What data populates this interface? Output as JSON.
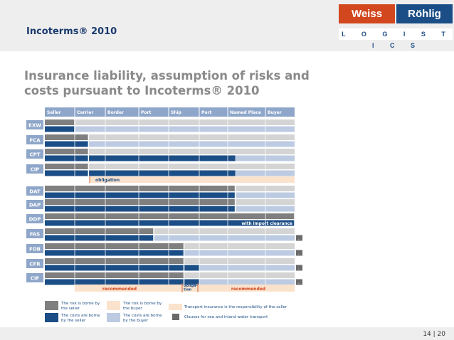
{
  "header": {
    "title": "Incoterms® 2010"
  },
  "logo": {
    "left": "Weiss",
    "right": "Röhlig",
    "tagline": "L O G I S T I C S"
  },
  "headline": "Insurance liability, assumption of risks and costs pursuant to Incoterms® 2010",
  "columns": [
    "Seller",
    "Carrier",
    "Border",
    "Port",
    "Ship",
    "Port",
    "Named Place",
    "Buyer"
  ],
  "colors": {
    "risk_seller": "#7f7f7f",
    "risk_buyer": "#fbe2cd",
    "cost_seller": "#1b4e86",
    "cost_buyer": "#bccbe2",
    "risk_buyer_row": "#d4d4d4"
  },
  "chart_data": {
    "type": "table",
    "units": "column boundaries: 0 = Seller start … 8 = Buyer end",
    "terms": [
      {
        "code": "EXW",
        "risk_seller_until": 1,
        "cost_seller_until": 1
      },
      {
        "code": "FCA",
        "risk_seller_until": 1.45,
        "cost_seller_until": 1.45
      },
      {
        "code": "CPT",
        "risk_seller_until": 1.45,
        "cost_seller_until": 6.2
      },
      {
        "code": "CIP",
        "risk_seller_until": 1.45,
        "cost_seller_until": 6.2,
        "note": "obligation"
      },
      {
        "code": "DAT",
        "risk_seller_until": 6.2,
        "cost_seller_until": 6.2
      },
      {
        "code": "DAP",
        "risk_seller_until": 6.2,
        "cost_seller_until": 6.2
      },
      {
        "code": "DDP",
        "risk_seller_until": 8,
        "cost_seller_until": 8,
        "note": "with import clearance"
      },
      {
        "code": "FAS",
        "risk_seller_until": 3.5,
        "cost_seller_until": 3.5,
        "inland_water": true
      },
      {
        "code": "FOB",
        "risk_seller_until": 4.5,
        "cost_seller_until": 4.5,
        "inland_water": true
      },
      {
        "code": "CFR",
        "risk_seller_until": 4.5,
        "cost_seller_until": 5,
        "inland_water": true
      },
      {
        "code": "CIF",
        "risk_seller_until": 4.5,
        "cost_seller_until": 5,
        "inland_water": true
      }
    ],
    "insurance_row": {
      "left": "recommended",
      "middle": "obliga-tion",
      "right": "recommended"
    }
  },
  "legend": {
    "risk_seller": "The risk is borne by the seller",
    "risk_buyer": "The risk is borne by the buyer",
    "cost_seller": "The costs are borne by the seller",
    "cost_buyer": "The costs are borne by the buyer",
    "transport_insurance": "Transport insurance is the responsibility of the seller",
    "inland_water": "Clauses for sea and inland water transport"
  },
  "footer": {
    "page": "14 | 20"
  }
}
